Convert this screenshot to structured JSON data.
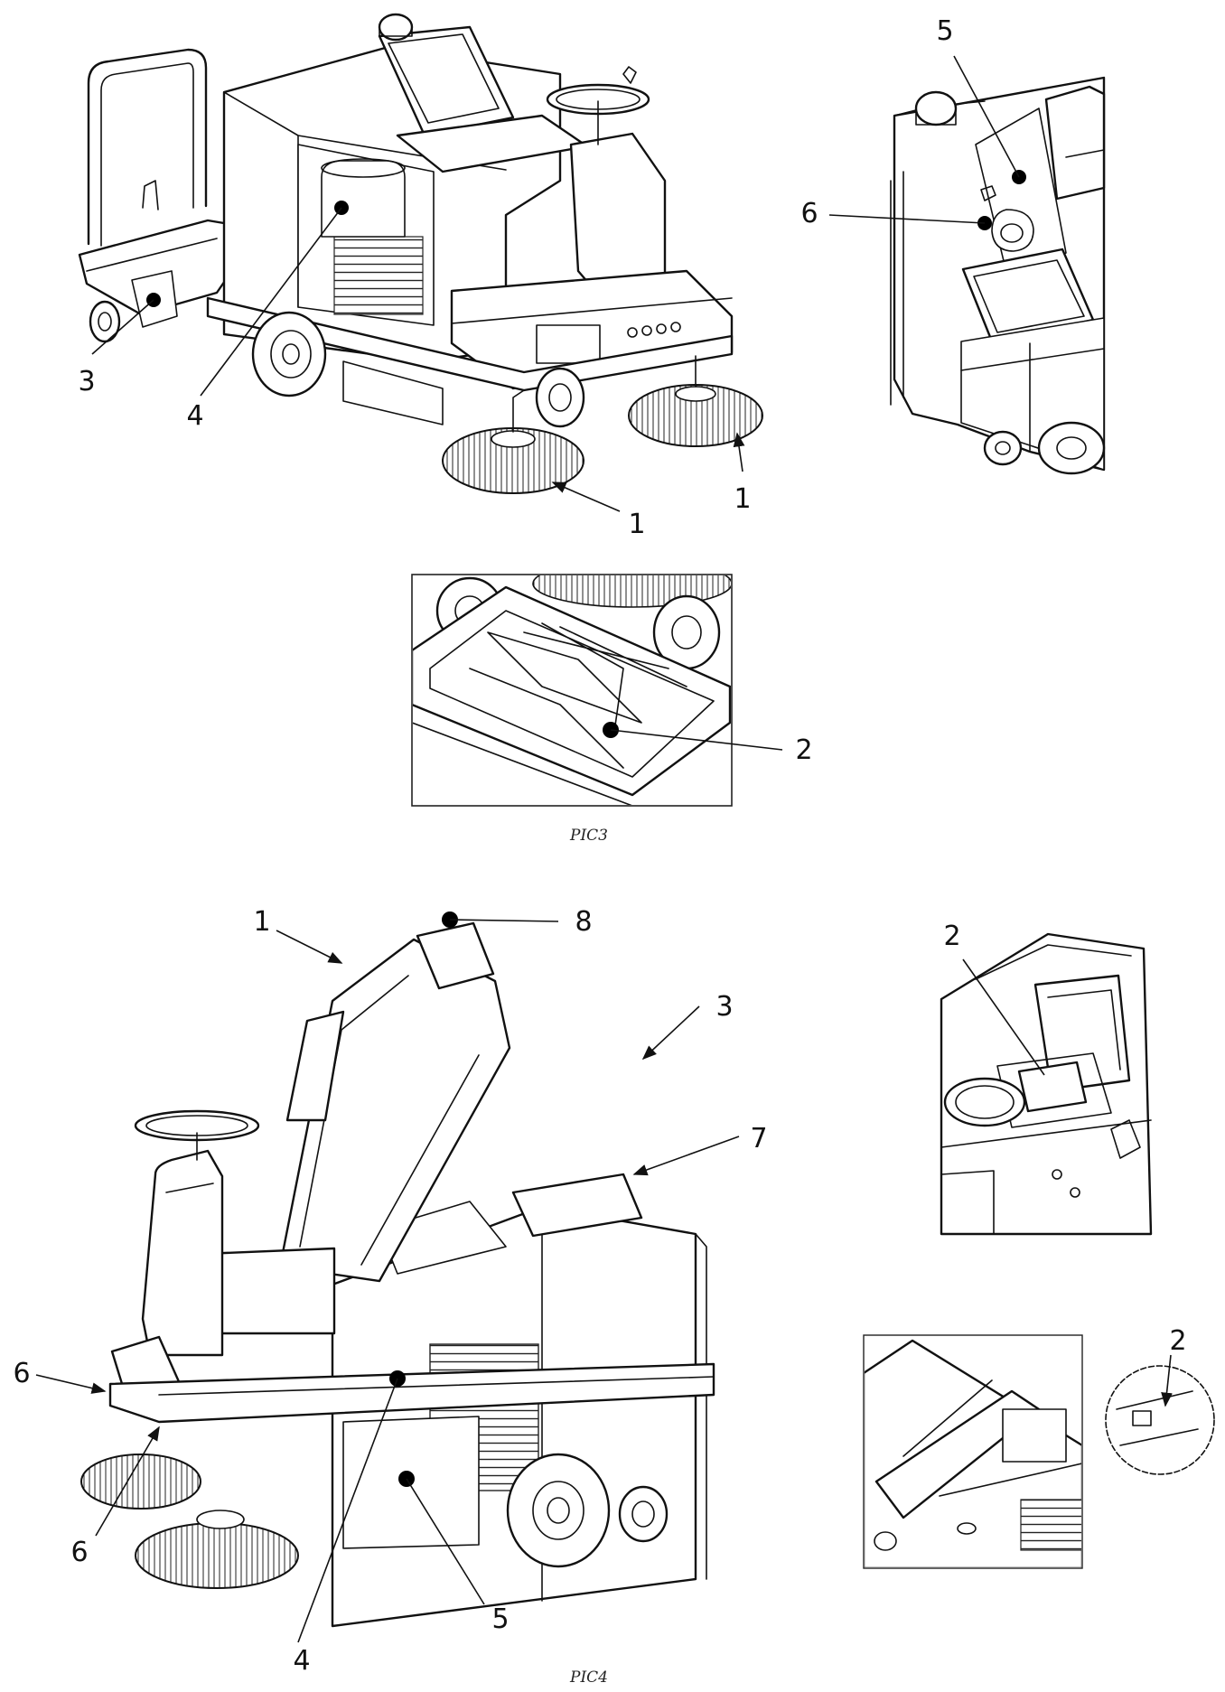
{
  "captions": {
    "pic3": "PIC3",
    "pic4": "PIC4"
  },
  "pic3_main": {
    "labels": [
      "1",
      "1",
      "3",
      "4"
    ]
  },
  "pic3_side": {
    "labels": [
      "5",
      "6"
    ]
  },
  "pic3_detail": {
    "labels": [
      "2"
    ]
  },
  "pic4_main": {
    "labels": [
      "1",
      "8",
      "3",
      "7",
      "6",
      "6",
      "4",
      "5"
    ]
  },
  "pic4_side_top": {
    "labels": [
      "2"
    ]
  },
  "pic4_side_bottom": {
    "labels": [
      "2"
    ]
  }
}
